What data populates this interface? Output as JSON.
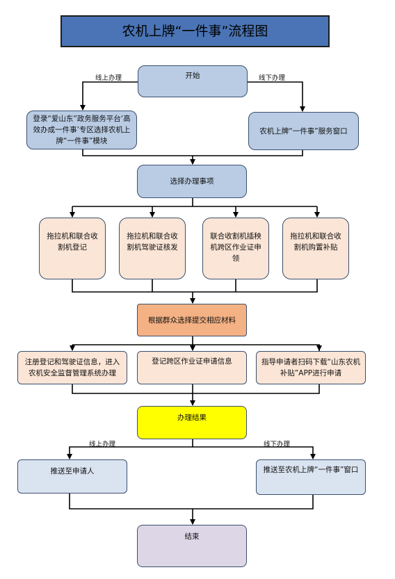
{
  "title": "农机上牌“一件事”流程图",
  "start": "开始",
  "online_label_top": "线上办理",
  "offline_label_top": "线下办理",
  "online_entry": "登录“爱山东”政务服务平台‘高效办成一件事’专区选择农机上牌“一件事”模块",
  "offline_entry": "农机上牌“一件事”服务窗口",
  "select_item": "选择办理事项",
  "items": [
    "拖拉机和联合收割机登记",
    "拖拉机和联合收割机驾驶证核发",
    "联合收割机插秧机跨区作业证申领",
    "拖拉机和联合收割机购置补贴"
  ],
  "submit_materials": "根据群众选择提交相应材料",
  "processes": [
    "注册登记和驾驶证信息，进入农机安全监督管理系统办理",
    "登记跨区作业证申请信息",
    "指导申请者扫码下载“山东农机补贴”APP进行申请"
  ],
  "result": "办理结果",
  "online_label_bottom": "线上办理",
  "offline_label_bottom": "线下办理",
  "push_applicant": "推送至申请人",
  "push_window": "推送至农机上牌“一件事”窗口",
  "end": "结束"
}
